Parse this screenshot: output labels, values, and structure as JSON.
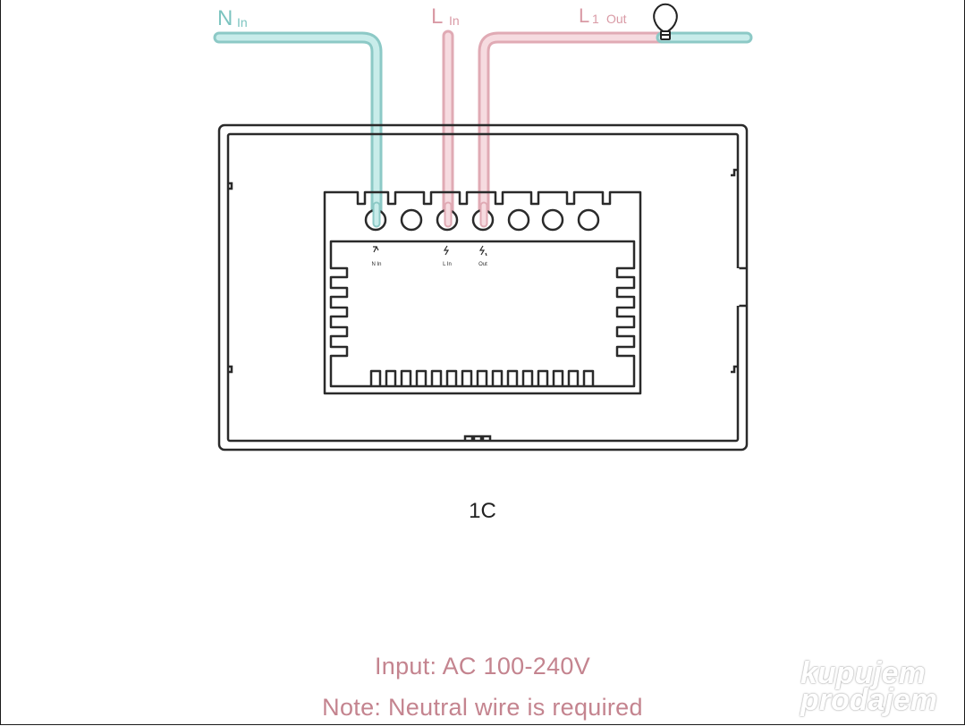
{
  "wires": {
    "neutral_in": {
      "label_main": "N",
      "label_sub": "In",
      "color": "#9fd6d4"
    },
    "live_in": {
      "label_main": "L",
      "label_sub": "In",
      "color": "#e6b8c0"
    },
    "live_out": {
      "label_main": "L",
      "label_num": "1",
      "label_sub": "Out",
      "color": "#e6b8c0"
    }
  },
  "terminals": {
    "n_label": "N In",
    "l_label": "L In",
    "out_label": "Out"
  },
  "model": "1C",
  "notes": {
    "input": "Input: AC 100-240V",
    "neutral": "Note: Neutral wire is required"
  },
  "watermark": {
    "line1": "kupujem",
    "line2": "prodajem"
  },
  "icons": [
    "light-bulb-icon"
  ]
}
